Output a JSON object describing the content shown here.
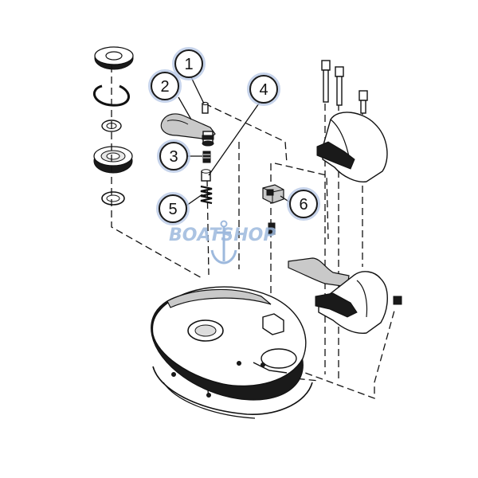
{
  "diagram": {
    "callouts": [
      {
        "label": "1"
      },
      {
        "label": "2"
      },
      {
        "label": "3"
      },
      {
        "label": "4"
      },
      {
        "label": "5"
      },
      {
        "label": "6"
      }
    ],
    "watermark": {
      "text": "BOATSHOP"
    },
    "colors": {
      "line": "#111111",
      "callout_glow": "#b9c9e6",
      "watermark": "#9db9dd"
    }
  }
}
